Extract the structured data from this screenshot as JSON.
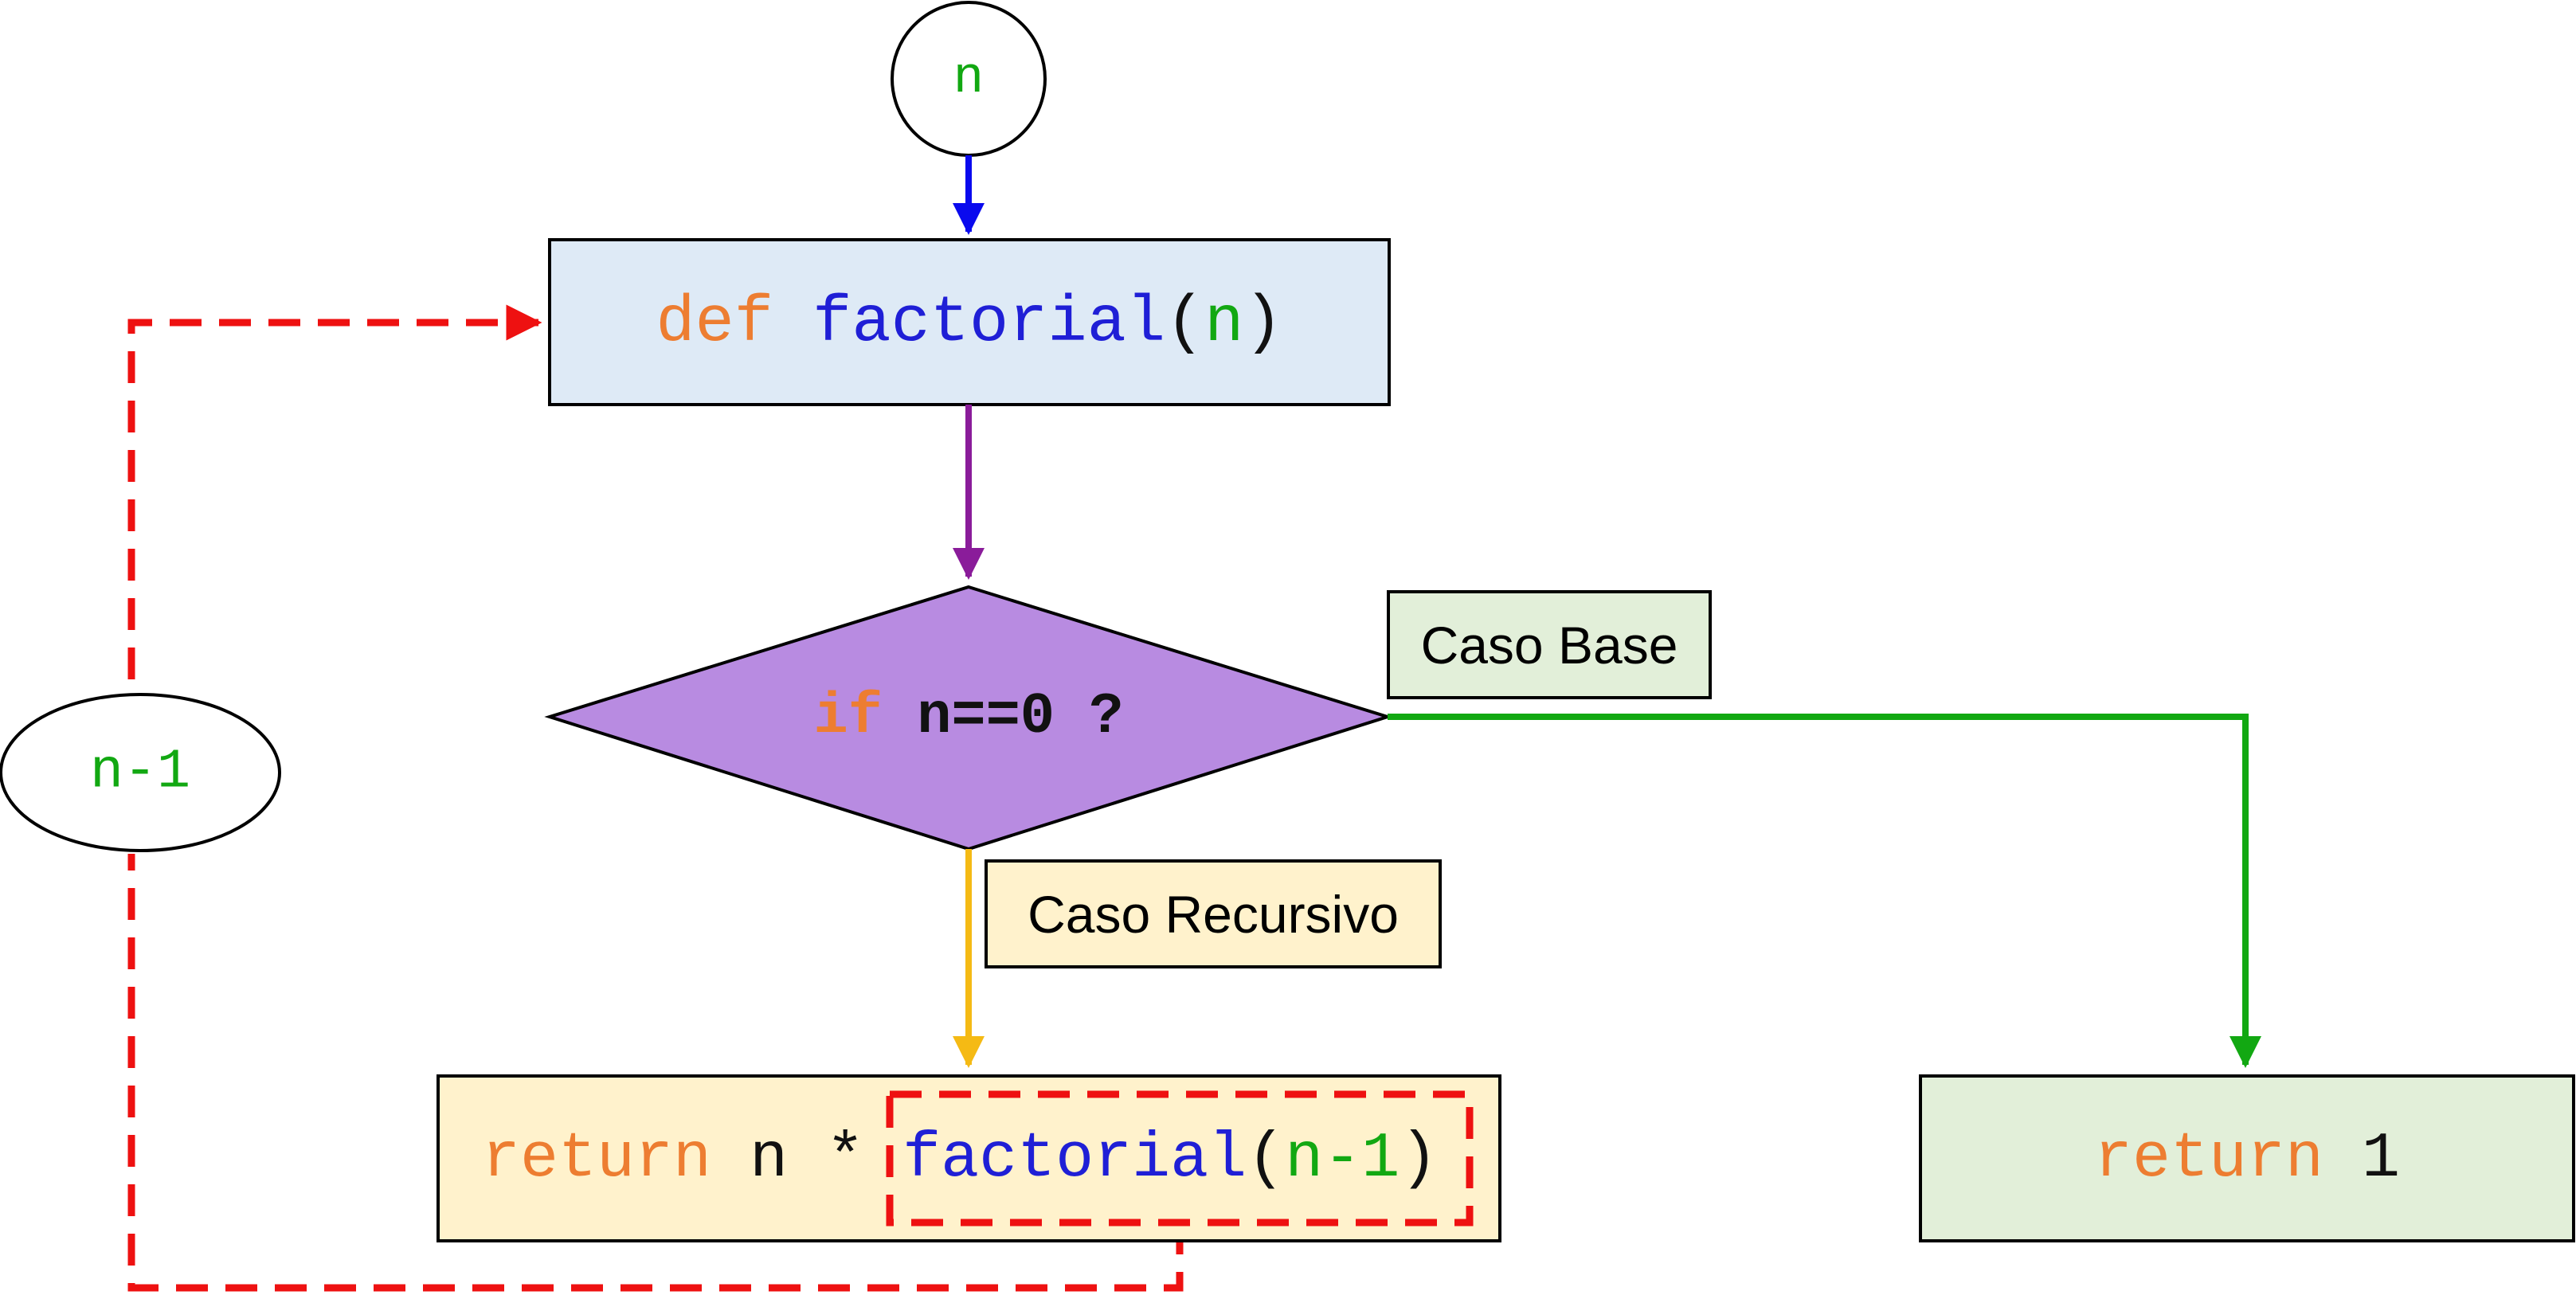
{
  "colors": {
    "keyword": "#ED7D31",
    "function": "#1F1FD6",
    "variable": "#12A812",
    "operator": "#111111",
    "input_arrow": "#0A0AEE",
    "purple_arrow": "#8A1C9A",
    "recursive_arrow": "#F5BA14",
    "base_arrow": "#12A812",
    "recursion_loop": "#EE1111",
    "def_fill": "#DEEAF6",
    "decision_fill": "#B88BE1",
    "recursive_fill": "#FFF2CC",
    "base_fill": "#E2EFD9"
  },
  "input_node": {
    "label": "n"
  },
  "function_def": {
    "keyword": "def",
    "name": "factorial",
    "open_paren": "(",
    "param": "n",
    "close_paren": ")"
  },
  "decision": {
    "keyword": "if",
    "condition": "n==0 ?"
  },
  "base_case_label": "Caso Base",
  "recursive_case_label": "Caso Recursivo",
  "recursive_return": {
    "keyword": "return",
    "expr": "n *",
    "call_name": "factorial",
    "open_paren": "(",
    "arg": "n-1",
    "close_paren": ")"
  },
  "base_return": {
    "keyword": "return",
    "value": "1"
  },
  "recursion_node": {
    "label": "n-1"
  }
}
